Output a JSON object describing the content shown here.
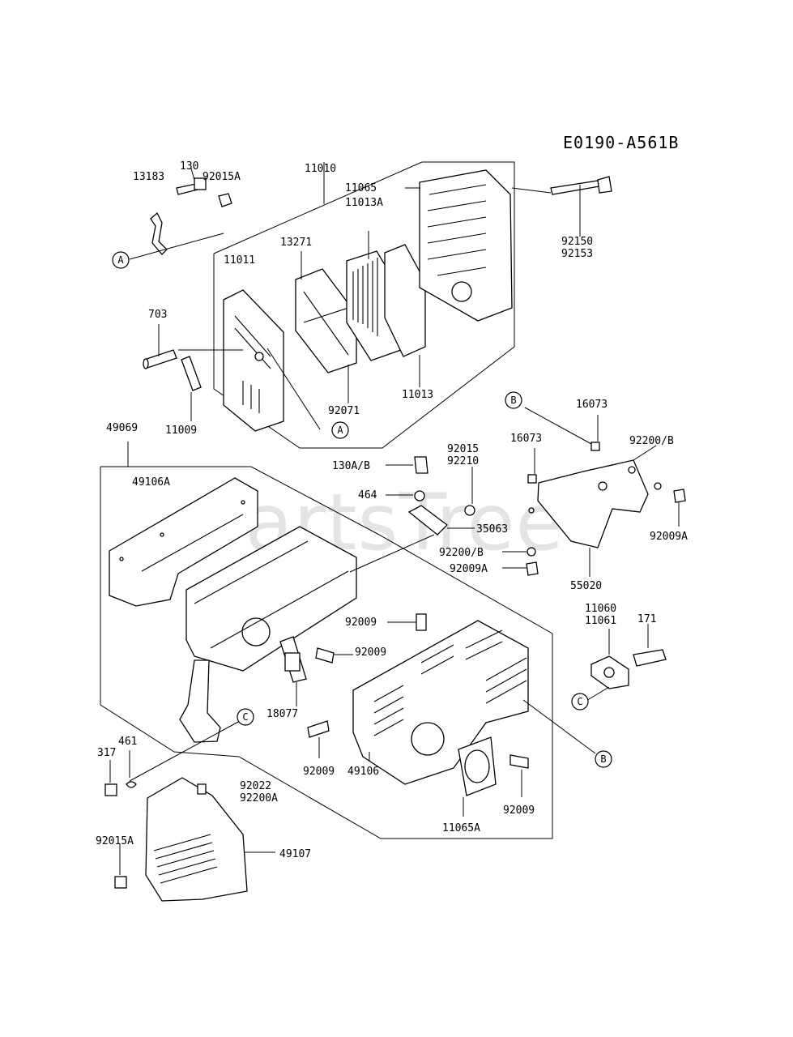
{
  "diagram": {
    "code": "E0190-A561B",
    "watermark": "PartsTree",
    "callouts": [
      "A",
      "A",
      "B",
      "B",
      "C",
      "C"
    ],
    "labels": {
      "l13183": "13183",
      "l130": "130",
      "l92015A_top": "92015A",
      "l11010": "11010",
      "l11065": "11065",
      "l11013A": "11013A",
      "l92150": "92150",
      "l92153": "92153",
      "l11011": "11011",
      "l13271": "13271",
      "l703": "703",
      "l11009": "11009",
      "l92071": "92071",
      "l11013": "11013",
      "l49069": "49069",
      "l16073a": "16073",
      "l16073b": "16073",
      "l92200B_top": "92200/B",
      "l92015": "92015",
      "l92210": "92210",
      "l130AB": "130A/B",
      "l49106A": "49106A",
      "l464": "464",
      "l35063": "35063",
      "l92009A_r": "92009A",
      "l92200B_mid": "92200/B",
      "l92009A_mid": "92009A",
      "l55020": "55020",
      "l11060": "11060",
      "l11061": "11061",
      "l171": "171",
      "l92009_a": "92009",
      "l92009_b": "92009",
      "l18077": "18077",
      "l461": "461",
      "l317": "317",
      "l92009_c": "92009",
      "l49106": "49106",
      "l92009_d": "92009",
      "l11065A": "11065A",
      "l92022": "92022",
      "l92200A": "92200A",
      "l92015A_bot": "92015A",
      "l49107": "49107"
    }
  }
}
